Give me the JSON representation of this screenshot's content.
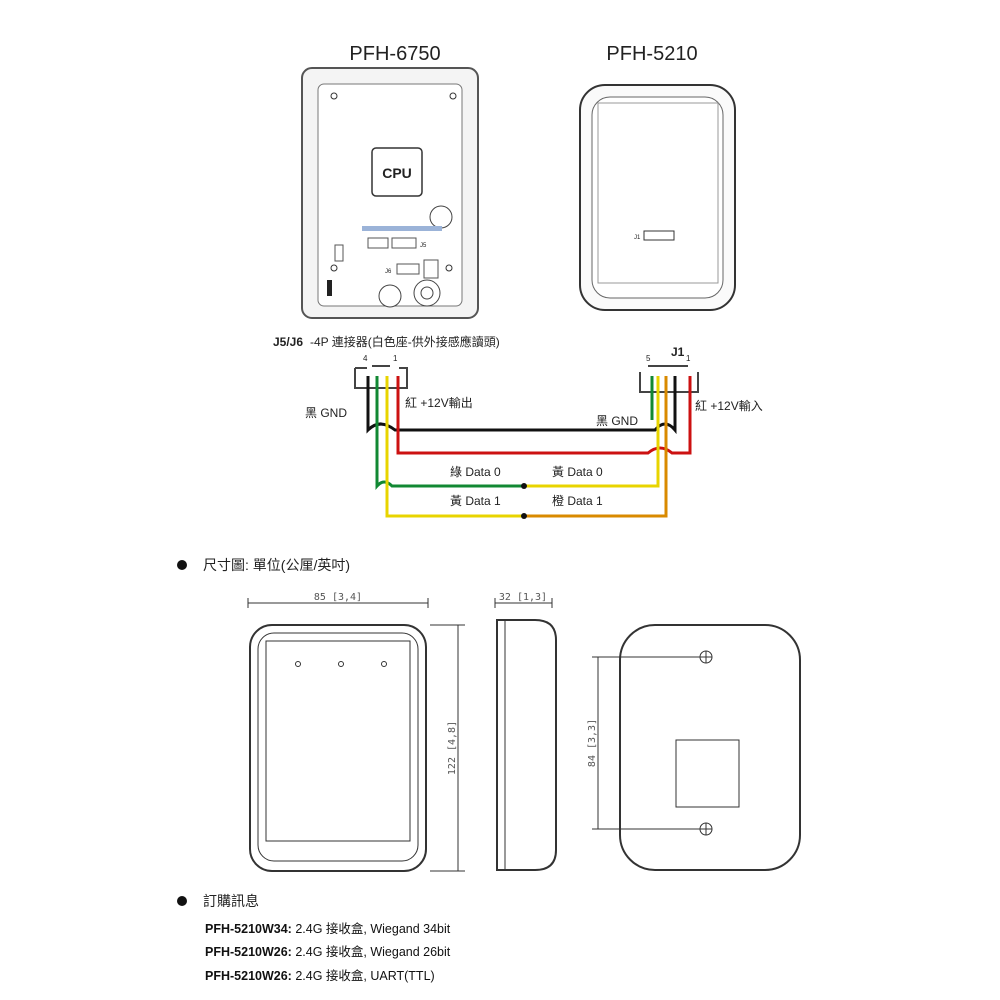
{
  "titles": {
    "left": "PFH-6750",
    "right": "PFH-5210"
  },
  "pfh6750": {
    "cpu": "CPU",
    "j5": "J5",
    "j6": "J6"
  },
  "pfh5210": {
    "j1": "J1"
  },
  "wiring": {
    "connector_left_label_bold": "J5/J6",
    "connector_left_label": "-4P 連接器(白色座-供外接感應讀頭)",
    "left_pin_4": "4",
    "left_pin_1": "1",
    "right_title": "J1",
    "right_pin_5": "5",
    "right_pin_1": "1",
    "left_gnd": "黑 GND",
    "left_12v": "紅 +12V輸出",
    "right_gnd": "黑 GND",
    "right_12v": "紅 +12V輸入",
    "green_d0": "綠 Data 0",
    "yellow_d0": "黃 Data 0",
    "yellow_d1": "黃 Data 1",
    "orange_d1": "橙 Data 1"
  },
  "colors": {
    "black": "#111111",
    "red": "#cc1111",
    "green": "#118833",
    "yellow": "#e8d400",
    "orange": "#d98a00"
  },
  "dimensions": {
    "heading": "尺寸圖: 單位(公厘/英吋)",
    "width": "85 [3,4]",
    "depth": "32 [1,3]",
    "height": "122 [4,8]",
    "hole_spacing": "84 [3,3]"
  },
  "ordering": {
    "heading": "訂購訊息",
    "items": [
      {
        "model": "PFH-5210W34:",
        "desc": " 2.4G 接收盒, Wiegand 34bit"
      },
      {
        "model": "PFH-5210W26:",
        "desc": " 2.4G 接收盒, Wiegand 26bit"
      },
      {
        "model": "PFH-5210W26:",
        "desc": " 2.4G 接收盒, UART(TTL)"
      }
    ]
  }
}
